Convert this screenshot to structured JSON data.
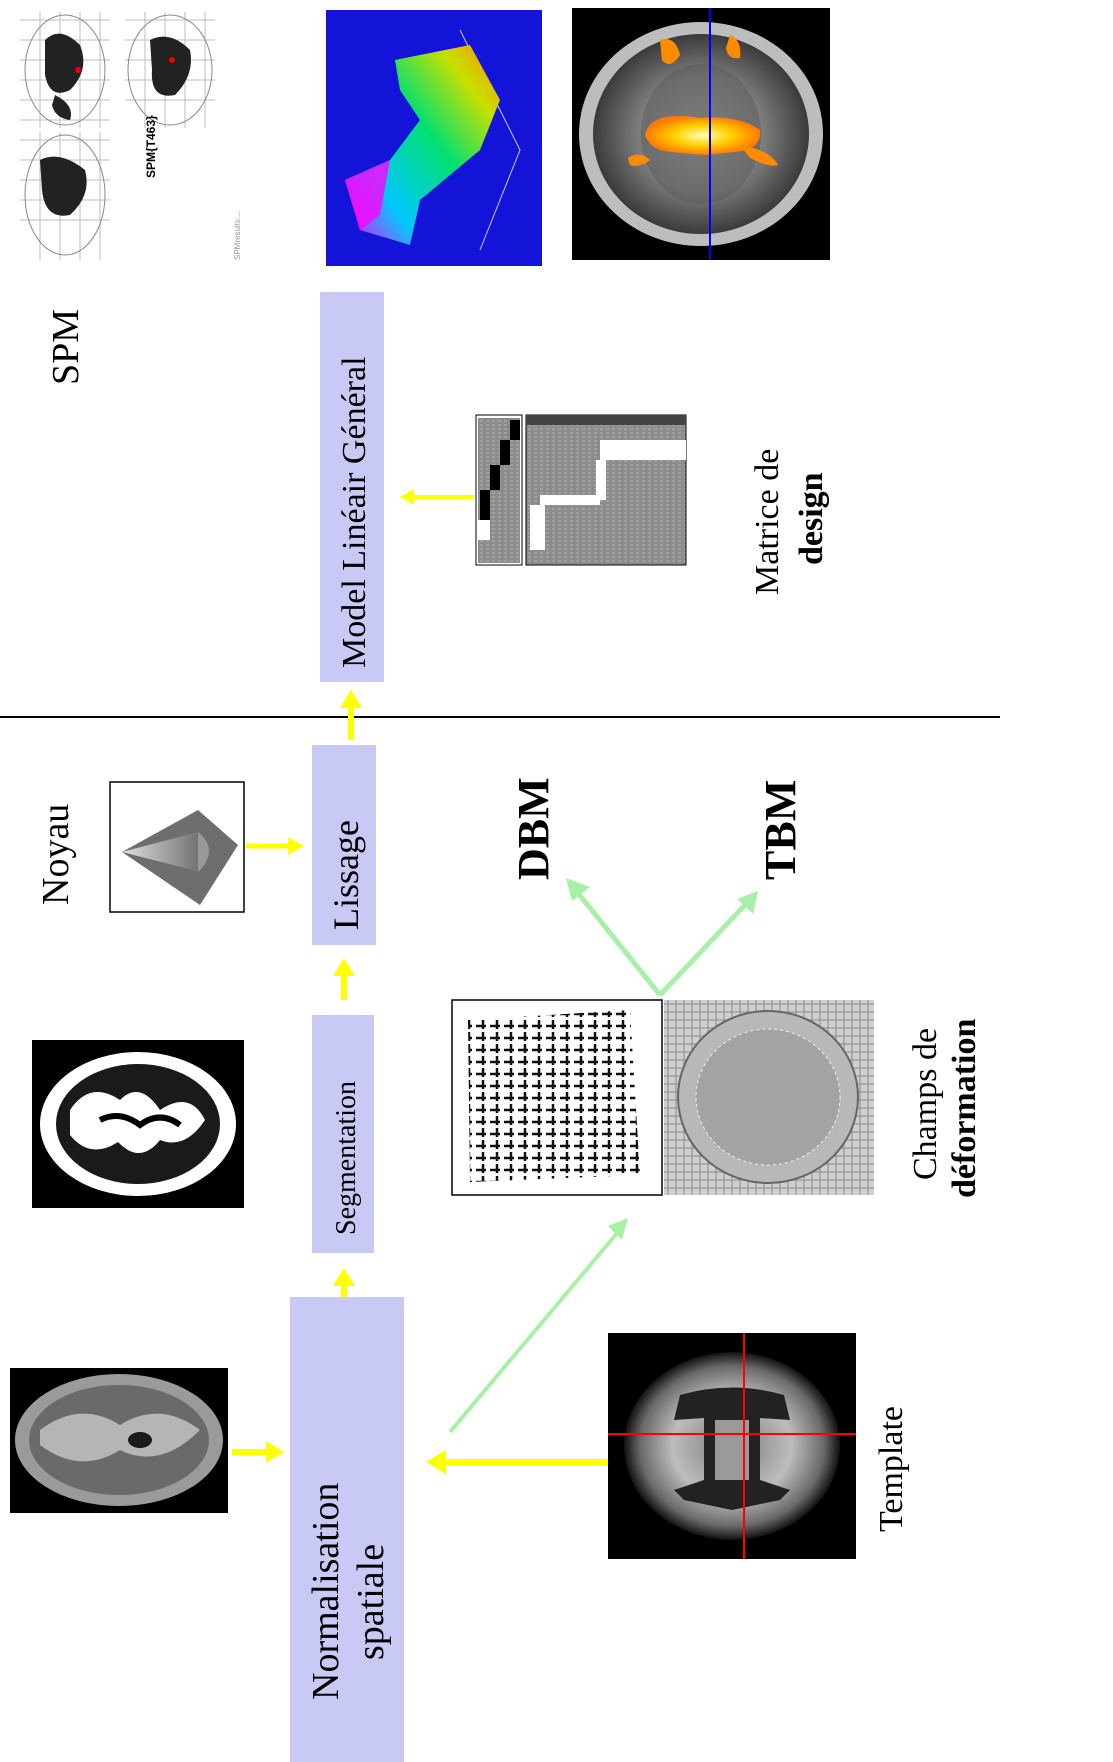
{
  "labels": {
    "spm": "SPM",
    "noyau": "Noyau",
    "template": "Template",
    "dbm": "DBM",
    "tbm": "TBM",
    "matrice_line1": "Matrice de",
    "matrice_line2": "design",
    "champs_line1": "Champs de",
    "champs_line2": "déformation"
  },
  "boxes": {
    "normalisation_line1": "Normalisation",
    "normalisation_line2": "spatiale",
    "segmentation": "Segmentation",
    "lissage": "Lissage",
    "model": "Model Linéair Général"
  },
  "spm_output": {
    "caption": "SPM{T463}",
    "footer": "SPMresults:..."
  },
  "colors": {
    "box_fill": "#c9c9f5",
    "arrow_yellow": "#ffff00",
    "arrow_green": "#a8f0a8"
  }
}
